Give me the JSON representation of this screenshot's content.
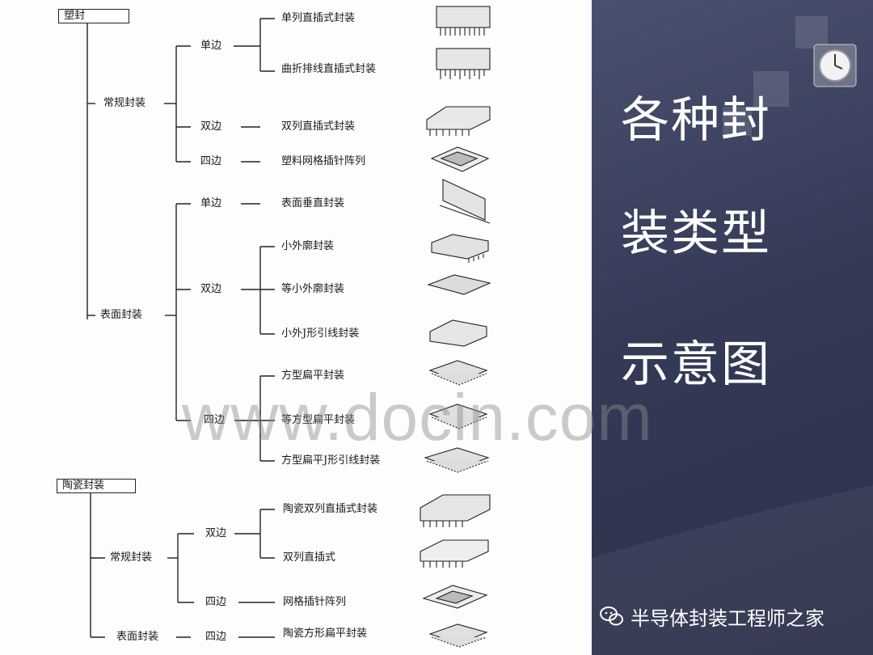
{
  "diagram": {
    "plastic": {
      "title": "塑封",
      "conventional": {
        "label": "常规封装",
        "single": {
          "label": "单边",
          "items": [
            "单列直插式封装",
            "曲折排线直插式封装"
          ]
        },
        "dual": {
          "label": "双边",
          "items": [
            "双列直插式封装"
          ]
        },
        "quad": {
          "label": "四边",
          "items": [
            "塑料网格插针阵列"
          ]
        }
      },
      "surface": {
        "label": "表面封装",
        "single": {
          "label": "单边",
          "items": [
            "表面垂直封装"
          ]
        },
        "dual": {
          "label": "双边",
          "items": [
            "小外廓封装",
            "等小外廓封装",
            "小外J形引线封装"
          ]
        },
        "quad": {
          "label": "四边",
          "items": [
            "方型扁平封装",
            "等方型扁平封装",
            "方型扁平J形引线封装"
          ]
        }
      }
    },
    "ceramic": {
      "title": "陶瓷封装",
      "conventional": {
        "label": "常规封装",
        "dual": {
          "label": "双边",
          "items": [
            "陶瓷双列直插式封装",
            "双列直插式"
          ]
        },
        "quad": {
          "label": "四边",
          "items": [
            "网格插针阵列"
          ]
        }
      },
      "surface": {
        "label": "表面封装",
        "quad": {
          "label": "四边",
          "items": [
            "陶瓷方形扁平封装"
          ]
        }
      }
    }
  },
  "side_panel": {
    "title_lines": [
      "各种封",
      "装类型",
      "示意图"
    ],
    "footer": "半导体封装工程师之家",
    "clock_icon": "clock-icon",
    "wechat_icon": "wechat-icon"
  },
  "watermark": "www.docin.com"
}
